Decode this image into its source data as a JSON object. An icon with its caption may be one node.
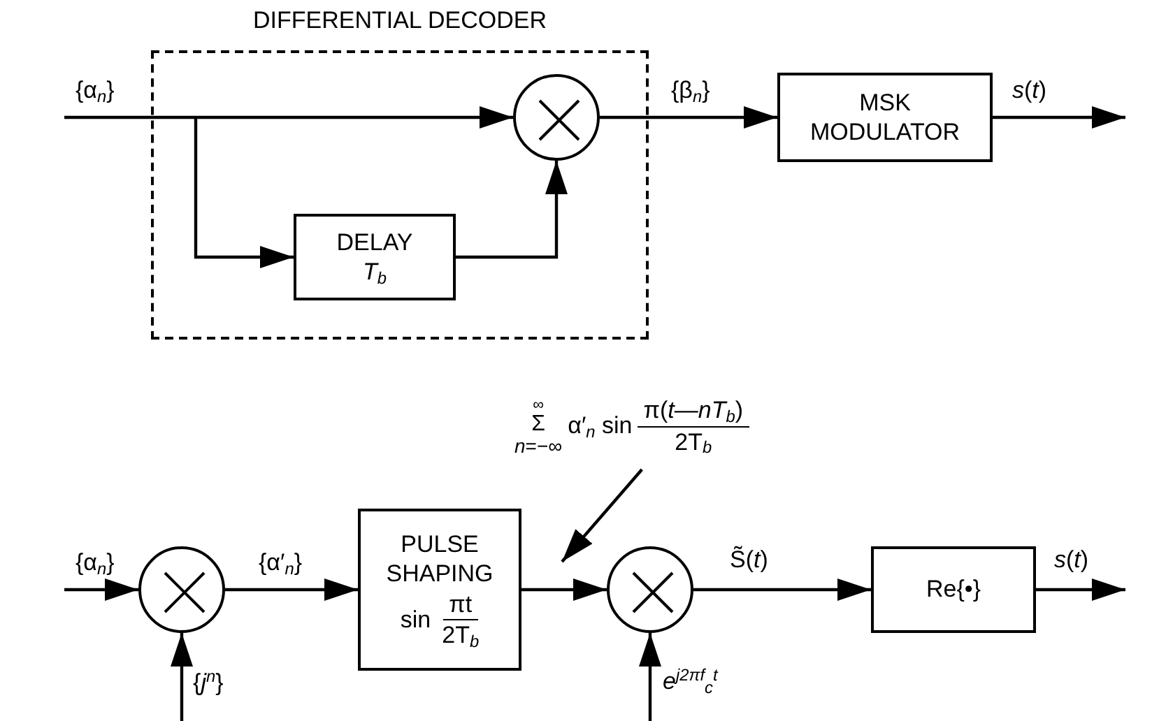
{
  "diagram": {
    "nodes": [
      {
        "text": [
          "DIFFERENTIAL DECODER"
        ]
      },
      {
        "text": [],
        "shape": "circle",
        "in": 0
      },
      {
        "text": [
          "DELAY",
          "*T*$_{b}$"
        ],
        "in": 0
      },
      {
        "text": [
          "MSK MODULATOR"
        ]
      },
      {
        "text": [],
        "shape": "circle"
      },
      {
        "text": [
          "PULSE SHAPING",
          "sin",
          "πt",
          "2T$_{b}$"
        ]
      },
      {
        "text": [],
        "shape": "circle"
      },
      {
        "text": [
          "Re{•}"
        ]
      },
      {
        "text": [
          "∞",
          "Σ",
          "*n*=−∞",
          "α′$_{n}$ sin",
          "π(*t*—*nT*$_{b}$)",
          "2T$_{b}$"
        ]
      }
    ],
    "edges": [
      {
        "from": null,
        "to": 1,
        "arrow": "to",
        "label": "{α$_{n}$}"
      },
      {
        "from": null,
        "to": 2,
        "arrow": "to"
      },
      {
        "from": 2,
        "to": 1,
        "arrow": "to"
      },
      {
        "from": 1,
        "to": 3,
        "arrow": "to",
        "label": "{β$_{n}$}"
      },
      {
        "from": 3,
        "to": null,
        "arrow": "to",
        "label": "*s*(*t*)"
      },
      {
        "from": null,
        "to": 4,
        "arrow": "to",
        "label": "{α$_{n}$}"
      },
      {
        "from": null,
        "to": 4,
        "arrow": "to",
        "label": "{*j*$^{n}$}"
      },
      {
        "from": 4,
        "to": 5,
        "arrow": "to",
        "label": "{α′$_{n}$}"
      },
      {
        "from": 5,
        "to": 6,
        "arrow": "to"
      },
      {
        "from": null,
        "to": 6,
        "arrow": "to",
        "label": "*e*$^{j2πf}$$_{c}$$^{t}$"
      },
      {
        "from": 6,
        "to": 7,
        "arrow": "to",
        "label": "S̃(*t*)"
      },
      {
        "from": 7,
        "to": null,
        "arrow": "to",
        "label": "*s*(*t*)"
      },
      {
        "from": 8,
        "to": null,
        "arrow": "to"
      }
    ]
  }
}
